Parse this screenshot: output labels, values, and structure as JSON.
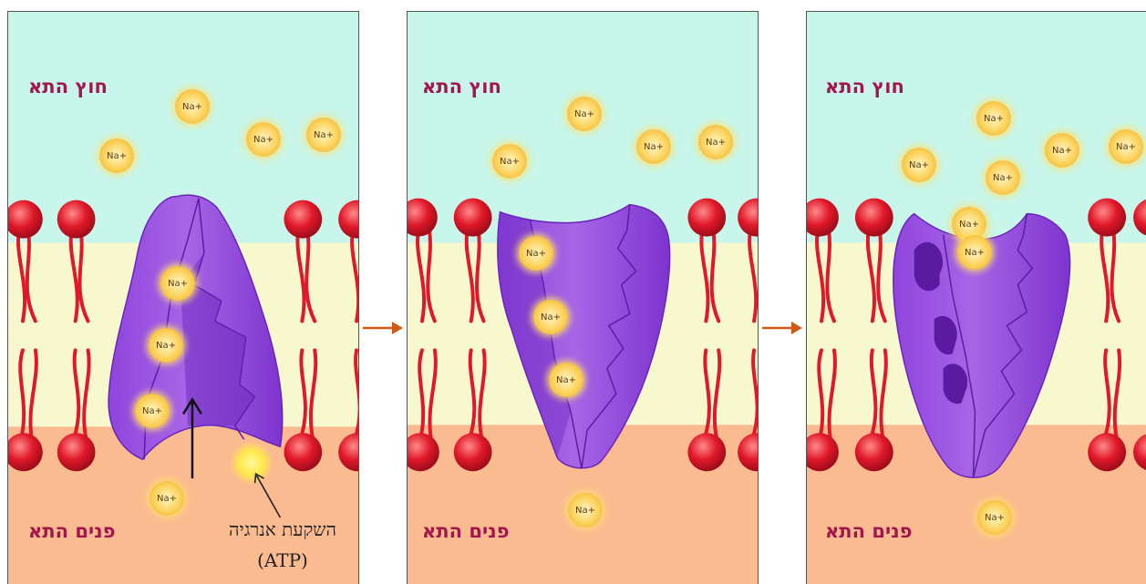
{
  "labels": {
    "outside_cell": "חוץ התא",
    "inside_cell": "פנים התא",
    "energy_investment": "השקעת אנרגיה",
    "atp": "(ATP)",
    "sodium_ion": "Na+"
  },
  "colors": {
    "extracellular": "#c8f6ea",
    "membrane_core": "#f8f8cf",
    "intracellular": "#fbbb91",
    "phospholipid_head": "#e0182a",
    "channel_protein": "#8a42d8",
    "region_label": "#a3164d",
    "step_arrow": "#d05a12"
  },
  "panels": [
    {
      "stage": 1,
      "ions_outside": 4,
      "ions_in_channel": 3,
      "ions_inside": 1,
      "shows_atp_investment": true
    },
    {
      "stage": 2,
      "ions_outside": 4,
      "ions_in_channel": 3,
      "ions_inside": 1,
      "shows_atp_investment": false
    },
    {
      "stage": 3,
      "ions_outside": 7,
      "ions_in_channel": 0,
      "ions_inside": 1,
      "shows_atp_investment": false
    }
  ]
}
